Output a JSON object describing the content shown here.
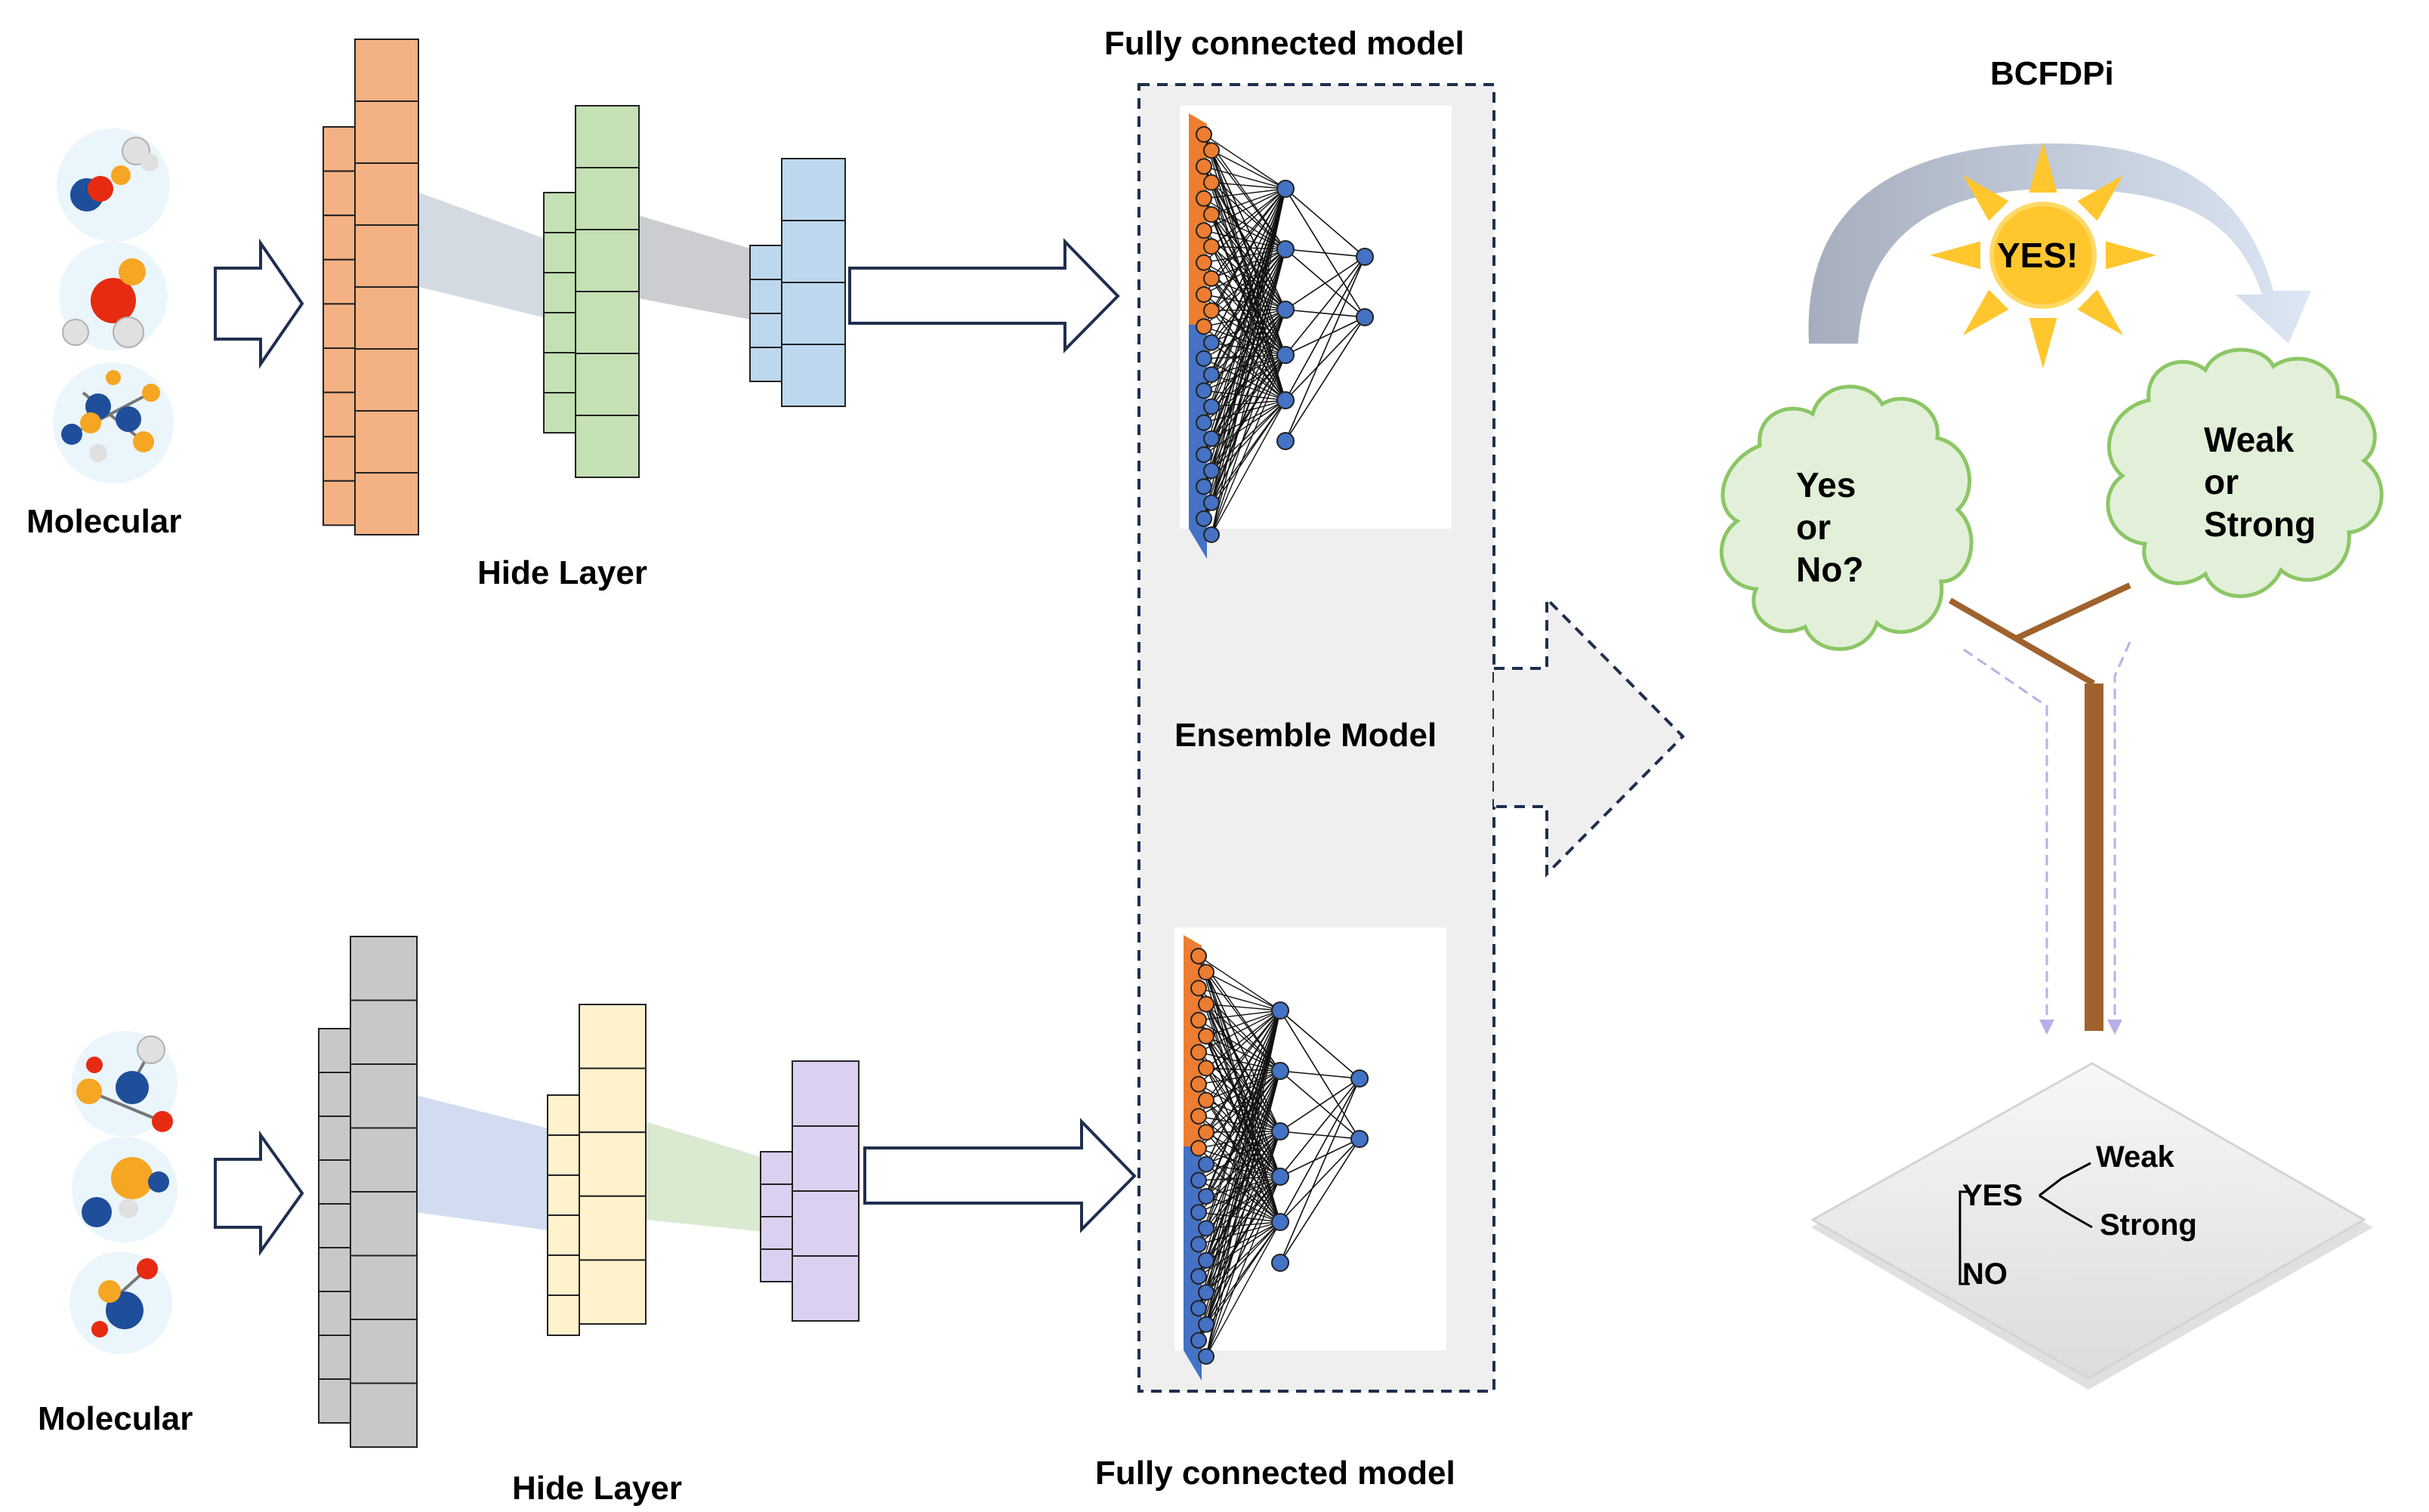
{
  "title": "BCFDPi",
  "top_branch": {
    "input_label": "Molecular",
    "hidden_layer_label": "Hide Layer",
    "fc_model_label": "Fully connected model"
  },
  "bottom_branch": {
    "input_label": "Molecular",
    "hidden_layer_label": "Hide Layer",
    "fc_model_label": "Fully connected model"
  },
  "ensemble_label": "Ensemble Model",
  "sun_label": "YES!",
  "clouds": {
    "left": "Yes\nor\nNo?",
    "right": "Weak\nor\nStrong"
  },
  "result": {
    "yes": "YES",
    "no": "NO",
    "weak": "Weak",
    "strong": "Strong"
  },
  "colors": {
    "orange": "#F4B183",
    "green": "#C5E0B4",
    "blue": "#BDD7EE",
    "gray": "#C8C8C8",
    "yellow": "#FFF2CC",
    "purple": "#DCD0F0",
    "node_orange": "#ED7D31",
    "node_blue": "#4472C4",
    "cloud_fill": "#E2F0D9",
    "cloud_stroke": "#8CC665",
    "trunk": "#A0622D",
    "sun": "#FFC62E"
  }
}
